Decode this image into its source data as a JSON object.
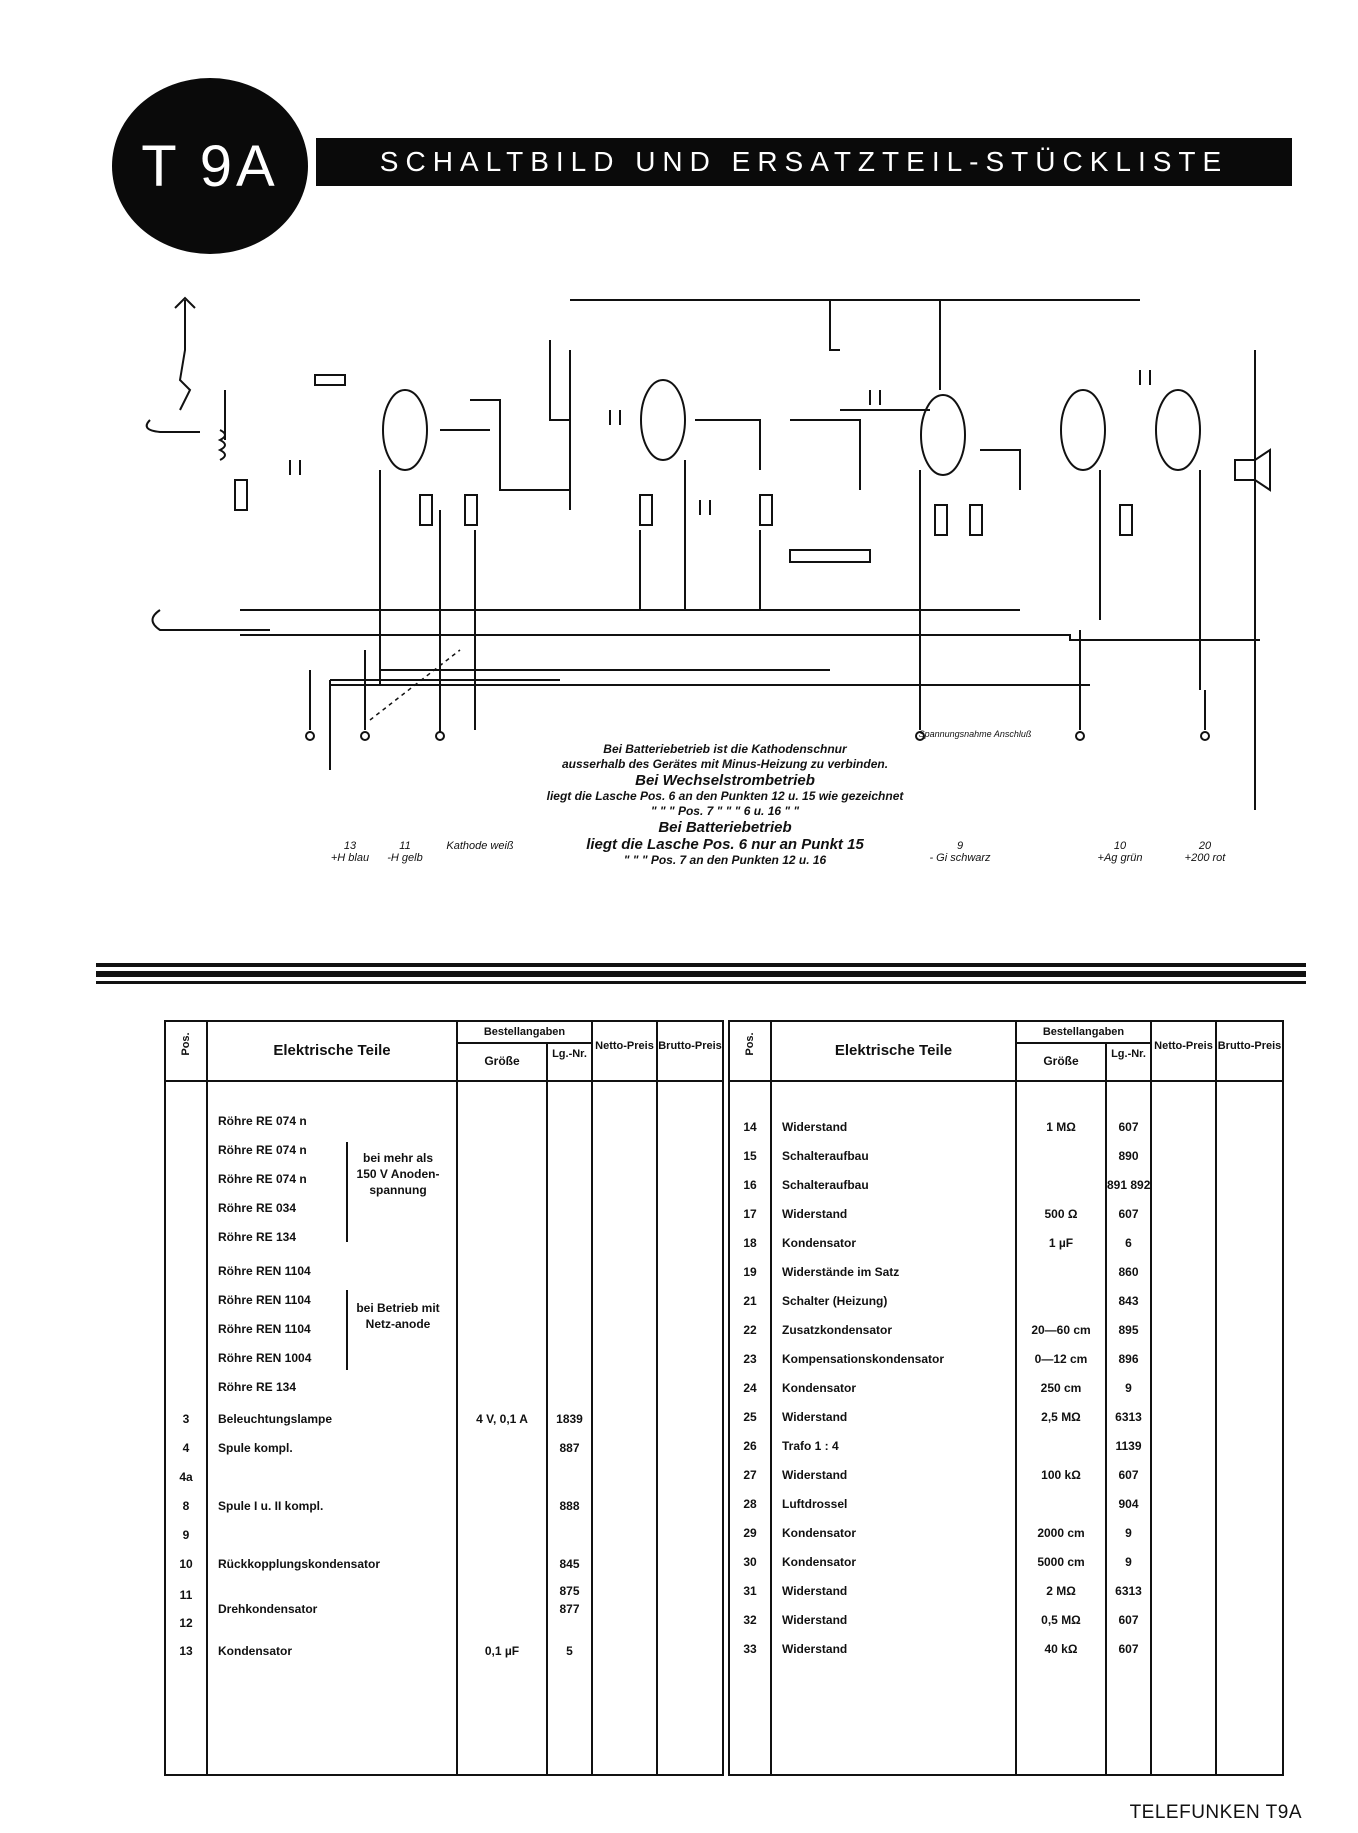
{
  "header": {
    "badge": "T 9A",
    "title": "SCHALTBILD UND ERSATZTEIL-STÜCKLISTE"
  },
  "schematic_notes": {
    "line1": "Bei Batteriebetrieb ist die Kathodenschnur",
    "line2": "ausserhalb des Gerätes mit Minus-Heizung zu verbinden.",
    "line3": "Bei Wechselstrombetrieb",
    "line4": "liegt die Lasche Pos. 6 an den Punkten 12 u. 15 wie gezeichnet",
    "line5": "\"     \"     \"    Pos. 7   \"    \"    \"    6 u. 16   \"    \"",
    "line6": "Bei Batteriebetrieb",
    "line7": "liegt die Lasche Pos. 6 nur an Punkt 15",
    "line8": "\"     \"     \"    Pos. 7 an den Punkten 12 u. 16",
    "speaker_label": "Spannungsnahme Anschluß"
  },
  "terminals": [
    {
      "num": "13",
      "label": "+H blau"
    },
    {
      "num": "11",
      "label": "-H gelb"
    },
    {
      "num": "",
      "label": "Kathode weiß"
    },
    {
      "num": "9",
      "label": "- Gi schwarz"
    },
    {
      "num": "10",
      "label": "+Ag grün"
    },
    {
      "num": "20",
      "label": "+200 rot"
    }
  ],
  "table_left": {
    "headers": {
      "pos": "Pos.",
      "parts": "Elektrische Teile",
      "order": "Bestellangaben",
      "size": "Größe",
      "lg": "Lg.-Nr.",
      "net": "Netto-Preis",
      "gross": "Brutto-Preis"
    },
    "tube_rows_1": [
      "Röhre RE 074 n",
      "Röhre RE 074 n",
      "Röhre RE 074 n",
      "Röhre RE 034",
      "Röhre RE 134"
    ],
    "tube_note_1": "bei mehr als 150 V Anoden-spannung",
    "tube_rows_2": [
      "Röhre REN 1104",
      "Röhre REN 1104",
      "Röhre REN 1104",
      "Röhre REN 1004",
      "Röhre RE 134"
    ],
    "tube_note_2": "bei Betrieb mit Netz-anode",
    "rows": [
      {
        "pos": "3",
        "name": "Beleuchtungslampe",
        "size": "4 V, 0,1 A",
        "lg": "1839"
      },
      {
        "pos": "4",
        "name": "Spule kompl.",
        "size": "",
        "lg": "887"
      },
      {
        "pos": "4a",
        "name": "",
        "size": "",
        "lg": ""
      },
      {
        "pos": "8",
        "name": "Spule I u. II kompl.",
        "size": "",
        "lg": "888"
      },
      {
        "pos": "9",
        "name": "",
        "size": "",
        "lg": ""
      },
      {
        "pos": "10",
        "name": "Rückkopplungskondensator",
        "size": "",
        "lg": "845"
      },
      {
        "pos": "11",
        "name": "",
        "size": "",
        "lg": "875"
      },
      {
        "pos": "12",
        "name": "Drehkondensator",
        "size": "",
        "lg": "877"
      },
      {
        "pos": "13",
        "name": "Kondensator",
        "size": "0,1 µF",
        "lg": "5"
      }
    ]
  },
  "table_right": {
    "headers": {
      "pos": "Pos.",
      "parts": "Elektrische Teile",
      "order": "Bestellangaben",
      "size": "Größe",
      "lg": "Lg.-Nr.",
      "net": "Netto-Preis",
      "gross": "Brutto-Preis"
    },
    "rows": [
      {
        "pos": "14",
        "name": "Widerstand",
        "size": "1 MΩ",
        "lg": "607"
      },
      {
        "pos": "15",
        "name": "Schalteraufbau",
        "size": "",
        "lg": "890"
      },
      {
        "pos": "16",
        "name": "Schalteraufbau",
        "size": "",
        "lg": "891 892"
      },
      {
        "pos": "17",
        "name": "Widerstand",
        "size": "500 Ω",
        "lg": "607"
      },
      {
        "pos": "18",
        "name": "Kondensator",
        "size": "1 µF",
        "lg": "6"
      },
      {
        "pos": "19",
        "name": "Widerstände im Satz",
        "size": "",
        "lg": "860"
      },
      {
        "pos": "21",
        "name": "Schalter (Heizung)",
        "size": "",
        "lg": "843"
      },
      {
        "pos": "22",
        "name": "Zusatzkondensator",
        "size": "20—60 cm",
        "lg": "895"
      },
      {
        "pos": "23",
        "name": "Kompensationskondensator",
        "size": "0—12 cm",
        "lg": "896"
      },
      {
        "pos": "24",
        "name": "Kondensator",
        "size": "250 cm",
        "lg": "9"
      },
      {
        "pos": "25",
        "name": "Widerstand",
        "size": "2,5 MΩ",
        "lg": "6313"
      },
      {
        "pos": "26",
        "name": "Trafo 1 : 4",
        "size": "",
        "lg": "1139"
      },
      {
        "pos": "27",
        "name": "Widerstand",
        "size": "100 kΩ",
        "lg": "607"
      },
      {
        "pos": "28",
        "name": "Luftdrossel",
        "size": "",
        "lg": "904"
      },
      {
        "pos": "29",
        "name": "Kondensator",
        "size": "2000 cm",
        "lg": "9"
      },
      {
        "pos": "30",
        "name": "Kondensator",
        "size": "5000 cm",
        "lg": "9"
      },
      {
        "pos": "31",
        "name": "Widerstand",
        "size": "2 MΩ",
        "lg": "6313"
      },
      {
        "pos": "32",
        "name": "Widerstand",
        "size": "0,5 MΩ",
        "lg": "607"
      },
      {
        "pos": "33",
        "name": "Widerstand",
        "size": "40 kΩ",
        "lg": "607"
      }
    ]
  },
  "footer": "TELEFUNKEN T9A"
}
